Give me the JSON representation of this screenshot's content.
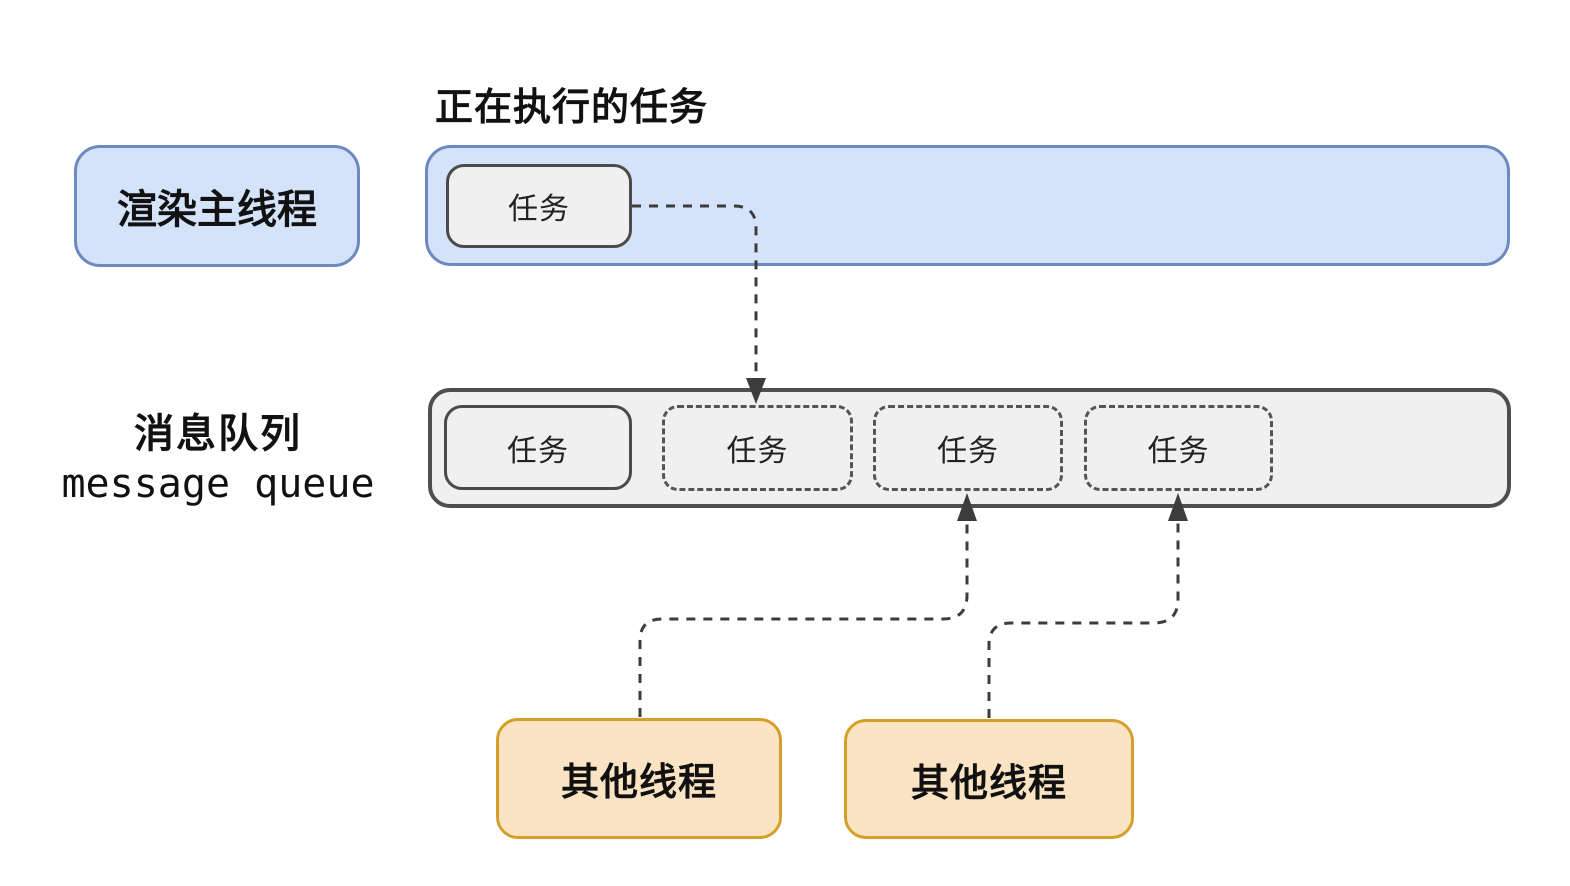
{
  "diagram": {
    "title": "正在执行的任务",
    "main_thread": {
      "label": "渲染主线程"
    },
    "executing_bar": {
      "task_label": "任务"
    },
    "queue": {
      "label_zh": "消息队列",
      "label_en": "message queue",
      "tasks": [
        {
          "label": "任务",
          "style": "solid"
        },
        {
          "label": "任务",
          "style": "dashed"
        },
        {
          "label": "任务",
          "style": "dashed"
        },
        {
          "label": "任务",
          "style": "dashed"
        }
      ]
    },
    "other_threads": [
      {
        "label": "其他线程"
      },
      {
        "label": "其他线程"
      }
    ],
    "colors": {
      "blue_fill": "#D4E2FA",
      "blue_stroke": "#6C89C0",
      "gray_fill": "#F0F0F0",
      "gray_stroke": "#4E4E4E",
      "orange_fill": "#FBE4C3",
      "orange_stroke": "#D4A02A",
      "connector": "#3C3C3C",
      "text": "#111111"
    }
  }
}
